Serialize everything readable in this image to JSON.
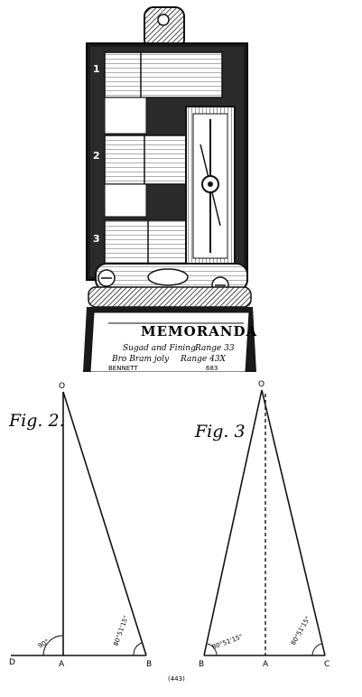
{
  "engraving": {
    "compartment_numbers": [
      "1",
      "2",
      "3"
    ],
    "memo_title": "MEMORANDA",
    "memo_line1_left": "Sugad and Fining",
    "memo_line1_right": "Range 33",
    "memo_line2_left": "Bro Bram joly",
    "memo_line2_right": "Range 43X",
    "memo_maker": "BENNETT",
    "memo_small": "683"
  },
  "fig2": {
    "label": "Fig. 2.",
    "point_O": "O",
    "point_D": "D",
    "point_A": "A",
    "point_B": "B",
    "angle_A": "90°",
    "angle_B": "80°51'15\""
  },
  "fig3": {
    "label": "Fig. 3",
    "point_O": "O",
    "point_B": "B",
    "point_A": "A",
    "point_C": "C",
    "angle_B": "80°51'15\"",
    "angle_C": "80°51'15\""
  },
  "caption": "(443)"
}
